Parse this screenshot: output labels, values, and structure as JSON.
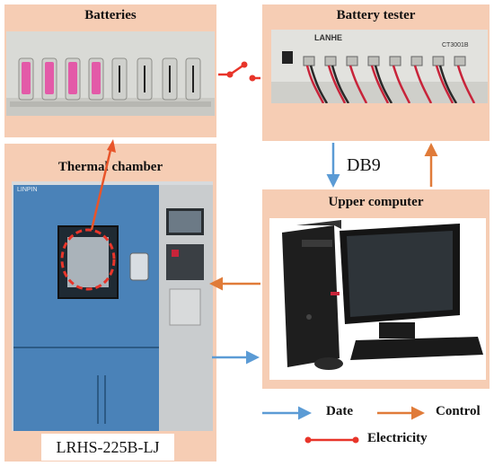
{
  "panels": {
    "batteries": "Batteries",
    "battery_tester": "Battery tester",
    "thermal_chamber": "Thermal chamber",
    "upper_computer": "Upper computer"
  },
  "device_text": {
    "tester_brand": "LANHE",
    "tester_model": "CT3001B",
    "chamber_brand": "LINPIN"
  },
  "connection_label": "DB9",
  "chamber_model": "LRHS-225B-LJ",
  "legend": {
    "date": "Date",
    "control": "Control",
    "electricity": "Electricity"
  },
  "colors": {
    "panel_bg": "#f6cdb4",
    "data_arrow": "#5b9bd5",
    "control_arrow": "#e07b39",
    "electricity": "#e8352a"
  }
}
